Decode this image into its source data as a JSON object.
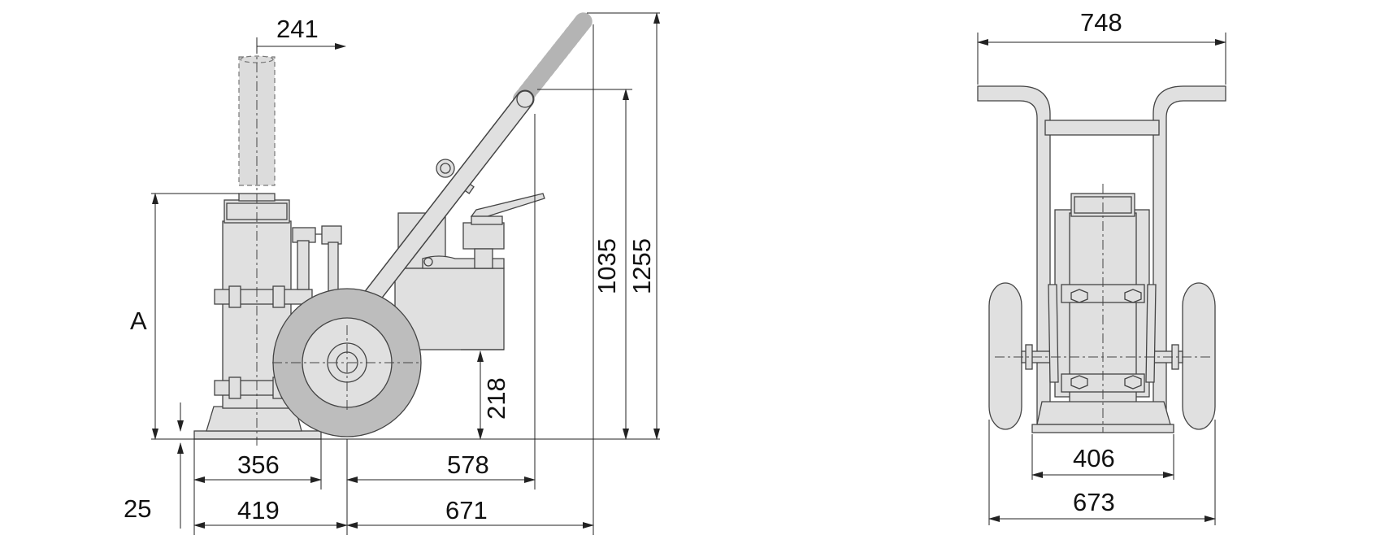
{
  "side_view": {
    "dim_extension_offset": "241",
    "dim_height_handle_top": "1255",
    "dim_height_handle_mid": "1035",
    "dim_base_to_lower_edge": "218",
    "dim_base_plate_width": "356",
    "dim_base_to_handle": "578",
    "dim_base_to_axle": "419",
    "dim_axle_to_handle_tip": "671",
    "dim_base_thickness": "25",
    "dim_lift_height": "A"
  },
  "front_view": {
    "dim_handle_width": "748",
    "dim_inner_width": "406",
    "dim_wheel_track": "673"
  },
  "colors": {
    "part_fill": "#e0e0e0",
    "wheel_fill": "#bdbdbd",
    "line": "#222222"
  }
}
